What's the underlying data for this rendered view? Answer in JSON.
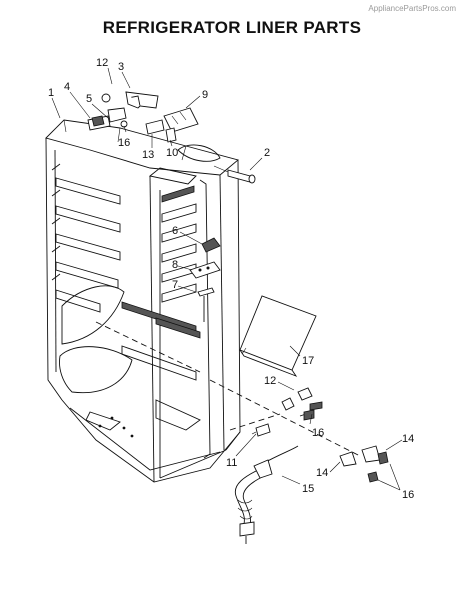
{
  "header": {
    "watermark": "AppliancePartsPros.com",
    "title": "REFRIGERATOR LINER PARTS"
  },
  "callouts": [
    {
      "id": "c1",
      "text": "1"
    },
    {
      "id": "c2",
      "text": "2"
    },
    {
      "id": "c3",
      "text": "3"
    },
    {
      "id": "c4",
      "text": "4"
    },
    {
      "id": "c5",
      "text": "5"
    },
    {
      "id": "c6",
      "text": "6"
    },
    {
      "id": "c7",
      "text": "7"
    },
    {
      "id": "c8",
      "text": "8"
    },
    {
      "id": "c9",
      "text": "9"
    },
    {
      "id": "c10",
      "text": "10"
    },
    {
      "id": "c11",
      "text": "11"
    },
    {
      "id": "c12a",
      "text": "12"
    },
    {
      "id": "c12b",
      "text": "12"
    },
    {
      "id": "c13",
      "text": "13"
    },
    {
      "id": "c14a",
      "text": "14"
    },
    {
      "id": "c14b",
      "text": "14"
    },
    {
      "id": "c15",
      "text": "15"
    },
    {
      "id": "c16a",
      "text": "16"
    },
    {
      "id": "c16b",
      "text": "16"
    },
    {
      "id": "c16c",
      "text": "16"
    },
    {
      "id": "c17",
      "text": "17"
    }
  ]
}
